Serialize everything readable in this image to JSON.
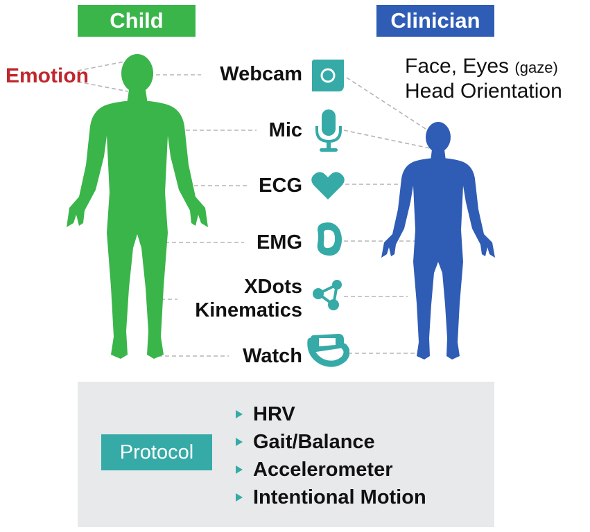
{
  "header": {
    "child_title": "Child",
    "clinician_title": "Clinician"
  },
  "emotion_label": "Emotion",
  "clinician_features": {
    "line1_main": "Face, Eyes",
    "line1_small": "(gaze)",
    "line2": "Head Orientation"
  },
  "sensors": [
    {
      "label": "Webcam",
      "icon": "webcam-icon"
    },
    {
      "label": "Mic",
      "icon": "microphone-icon"
    },
    {
      "label": "ECG",
      "icon": "heart-icon"
    },
    {
      "label": "EMG",
      "icon": "emg-sensor-icon"
    },
    {
      "label_line1": "XDots",
      "label_line2": "Kinematics",
      "icon": "network-nodes-icon"
    },
    {
      "label": "Watch",
      "icon": "smartwatch-icon"
    }
  ],
  "protocol": {
    "badge": "Protocol",
    "items": [
      "HRV",
      "Gait/Balance",
      "Accelerometer",
      "Intentional Motion"
    ]
  },
  "colors": {
    "child": "#3ab54a",
    "clinician": "#2f5cb5",
    "accent": "#35aaa7",
    "emotion": "#c0272d",
    "panel": "#e8e9eb"
  }
}
